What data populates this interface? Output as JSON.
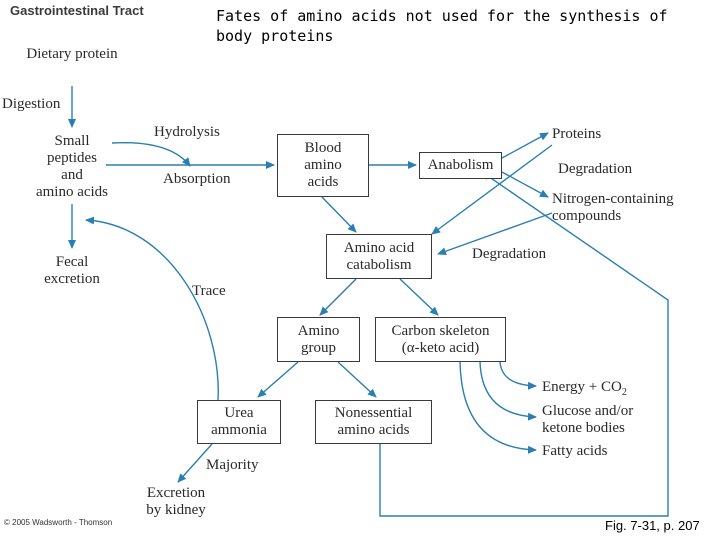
{
  "title": "Fates of amino acids not used for the synthesis of body proteins",
  "source_header": "Gastrointestinal Tract",
  "labels": {
    "dietary_protein": "Dietary protein",
    "digestion": "Digestion",
    "small_peptides": [
      "Small",
      "peptides",
      "and",
      "amino acids"
    ],
    "hydrolysis": "Hydrolysis",
    "absorption": "Absorption",
    "fecal_excretion": [
      "Fecal",
      "excretion"
    ],
    "trace": "Trace",
    "proteins": "Proteins",
    "degradation_1": "Degradation",
    "nitrogen_compounds": [
      "Nitrogen-containing",
      "compounds"
    ],
    "degradation_2": "Degradation",
    "energy_co2": "Energy + CO",
    "co2_sub": "2",
    "glucose": [
      "Glucose and/or",
      "ketone bodies"
    ],
    "fatty_acids": "Fatty acids",
    "majority": "Majority",
    "excretion_kidney": [
      "Excretion",
      "by kidney"
    ]
  },
  "boxes": {
    "blood_amino_acids": [
      "Blood",
      "amino",
      "acids"
    ],
    "anabolism": "Anabolism",
    "amino_acid_catabolism": [
      "Amino acid",
      "catabolism"
    ],
    "amino_group": [
      "Amino",
      "group"
    ],
    "carbon_skeleton": [
      "Carbon skeleton",
      "(α-keto acid)"
    ],
    "urea_ammonia": [
      "Urea",
      "ammonia"
    ],
    "nonessential_amino_acids": [
      "Nonessential",
      "amino acids"
    ]
  },
  "footer": {
    "copyright": "© 2005 Wadsworth - Thomson",
    "figure_ref": "Fig. 7-31, p. 207"
  }
}
